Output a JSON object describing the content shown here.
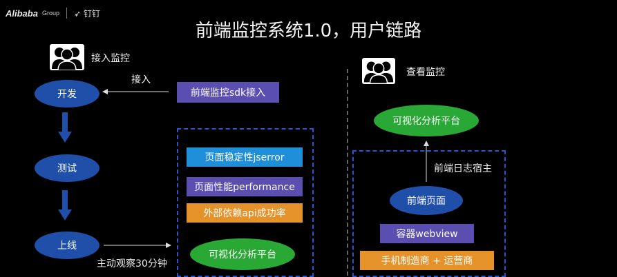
{
  "logo": {
    "brand": "Alibaba",
    "group": "Group",
    "sub": "钉钉"
  },
  "title": "前端监控系统1.0，用户链路",
  "left": {
    "actor_label": "接入监控",
    "steps": [
      "开发",
      "测试",
      "上线"
    ],
    "arrow_connect_label": "接入",
    "arrow_observe_label": "主动观察30分钟",
    "sdk_box": "前端监控sdk接入",
    "metrics": [
      "页面稳定性jserror",
      "页面性能performance",
      "外部依赖api成功率"
    ],
    "platform": "可视化分析平台"
  },
  "right": {
    "actor_label": "查看监控",
    "platform": "可视化分析平台",
    "log_host_label": "前端日志宿主",
    "page": "前端页面",
    "container": "容器webview",
    "vendor": "手机制造商 + 运营商"
  },
  "colors": {
    "blue": "#1f4fa8",
    "purple": "#5a4fb0",
    "cyan": "#1e8fd8",
    "orange": "#e6922a",
    "green": "#2aa836",
    "dash": "#2a55c8"
  }
}
